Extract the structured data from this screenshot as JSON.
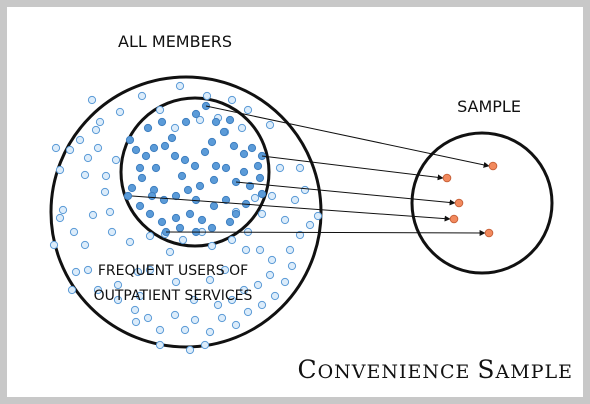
{
  "labels": {
    "all_members": "ALL MEMBERS",
    "sample": "SAMPLE",
    "frequent_line1": "FREQUENT USERS OF",
    "frequent_line2": "OUTPATIENT SERVICES",
    "title_c": "C",
    "title_onvenience": "ONVENIENCE",
    "title_s": "S",
    "title_ample": "AMPLE"
  },
  "colors": {
    "outline": "#111111",
    "population_dot_fill": "#dcecfa",
    "population_dot_stroke": "#5a9ad6",
    "frequent_dot_fill": "#5b9bd8",
    "frequent_dot_stroke": "#3f7fc0",
    "sample_dot_fill": "#f2895d",
    "sample_dot_stroke": "#c8623a",
    "frame": "#c8c8c8"
  }
}
